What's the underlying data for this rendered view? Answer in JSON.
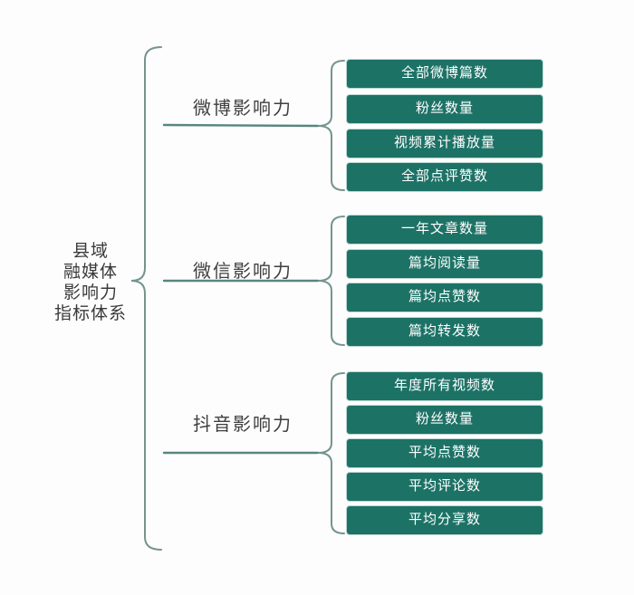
{
  "diagram_title": "县域融媒体影响力指标体系",
  "root": {
    "lines": [
      "县域",
      "融媒体",
      "影响力",
      "指标体系"
    ]
  },
  "branches": [
    {
      "label": "微博影响力",
      "items": [
        "全部微博篇数",
        "粉丝数量",
        "视频累计播放量",
        "全部点评赞数"
      ]
    },
    {
      "label": "微信影响力",
      "items": [
        "一年文章数量",
        "篇均阅读量",
        "篇均点赞数",
        "篇均转发数"
      ]
    },
    {
      "label": "抖音影响力",
      "items": [
        "年度所有视频数",
        "粉丝数量",
        "平均点赞数",
        "平均评论数",
        "平均分享数"
      ]
    }
  ],
  "colors": {
    "box_fill": "#1d7266",
    "box_text": "#ffffff",
    "brace_line": "#75948e",
    "underline": "#57867e",
    "label_text": "#3a3a3a",
    "background": "#fdfdfd"
  }
}
